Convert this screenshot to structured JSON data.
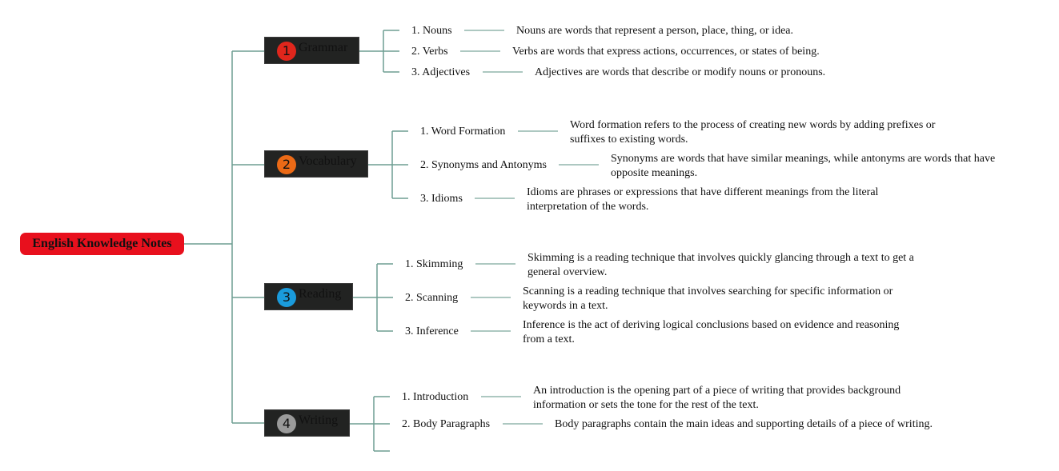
{
  "root": {
    "title": "English Knowledge Notes",
    "color": "#e8101d"
  },
  "connector_color": "#6e9e92",
  "topics": [
    {
      "number": "1",
      "label": "Grammar",
      "badge_color": "#e0261c",
      "items": [
        {
          "label": "1. Nouns",
          "desc": "Nouns are words that represent a person, place, thing, or idea."
        },
        {
          "label": "2. Verbs",
          "desc": "Verbs are words that express actions, occurrences, or states of being."
        },
        {
          "label": "3. Adjectives",
          "desc": "Adjectives are words that describe or modify nouns or pronouns."
        }
      ]
    },
    {
      "number": "2",
      "label": "Vocabulary",
      "badge_color": "#ec6a16",
      "items": [
        {
          "label": "1. Word Formation",
          "desc": "Word formation refers to the process of creating new words by adding prefixes or suffixes to existing words."
        },
        {
          "label": "2. Synonyms and Antonyms",
          "desc": "Synonyms are words that have similar meanings, while antonyms are words that have opposite meanings."
        },
        {
          "label": "3. Idioms",
          "desc": "Idioms are phrases or expressions that have different meanings from the literal interpretation of the words."
        }
      ]
    },
    {
      "number": "3",
      "label": "Reading",
      "badge_color": "#1a9bdc",
      "items": [
        {
          "label": "1. Skimming",
          "desc": "Skimming is a reading technique that involves quickly glancing through a text to get a general overview."
        },
        {
          "label": "2. Scanning",
          "desc": "Scanning is a reading technique that involves searching for specific information or keywords in a text."
        },
        {
          "label": "3. Inference",
          "desc": "Inference is the act of deriving logical conclusions based on evidence and reasoning from a text."
        }
      ]
    },
    {
      "number": "4",
      "label": "Writing",
      "badge_color": "#9a9a9a",
      "items": [
        {
          "label": "1. Introduction",
          "desc": "An introduction is the opening part of a piece of writing that provides background information or sets the tone for the rest of the text."
        },
        {
          "label": "2. Body Paragraphs",
          "desc": "Body paragraphs contain the main ideas and supporting details of a piece of writing."
        }
      ]
    }
  ]
}
